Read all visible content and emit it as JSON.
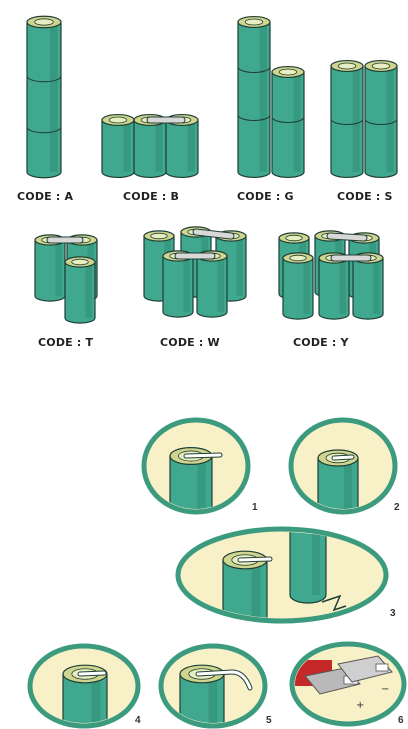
{
  "colors": {
    "cell_fill": "#3fa88e",
    "cell_dark": "#2a7f6a",
    "cell_top": "#e9eec0",
    "cell_ring": "#cfd58e",
    "outline": "#1f3f36",
    "bubble_fill": "#f8f1c7",
    "bubble_border": "#3c9b7e",
    "strap": "#d8d8d8"
  },
  "codes": {
    "a": "CODE : A",
    "b": "CODE : B",
    "g": "CODE : G",
    "s": "CODE : S",
    "t": "CODE : T",
    "w": "CODE : W",
    "y": "CODE : Y"
  },
  "steps": {
    "s1": "1",
    "s2": "2",
    "s3": "3",
    "s4": "4",
    "s5": "5",
    "s6": "6"
  },
  "polarity": {
    "plus": "+",
    "minus": "−"
  }
}
